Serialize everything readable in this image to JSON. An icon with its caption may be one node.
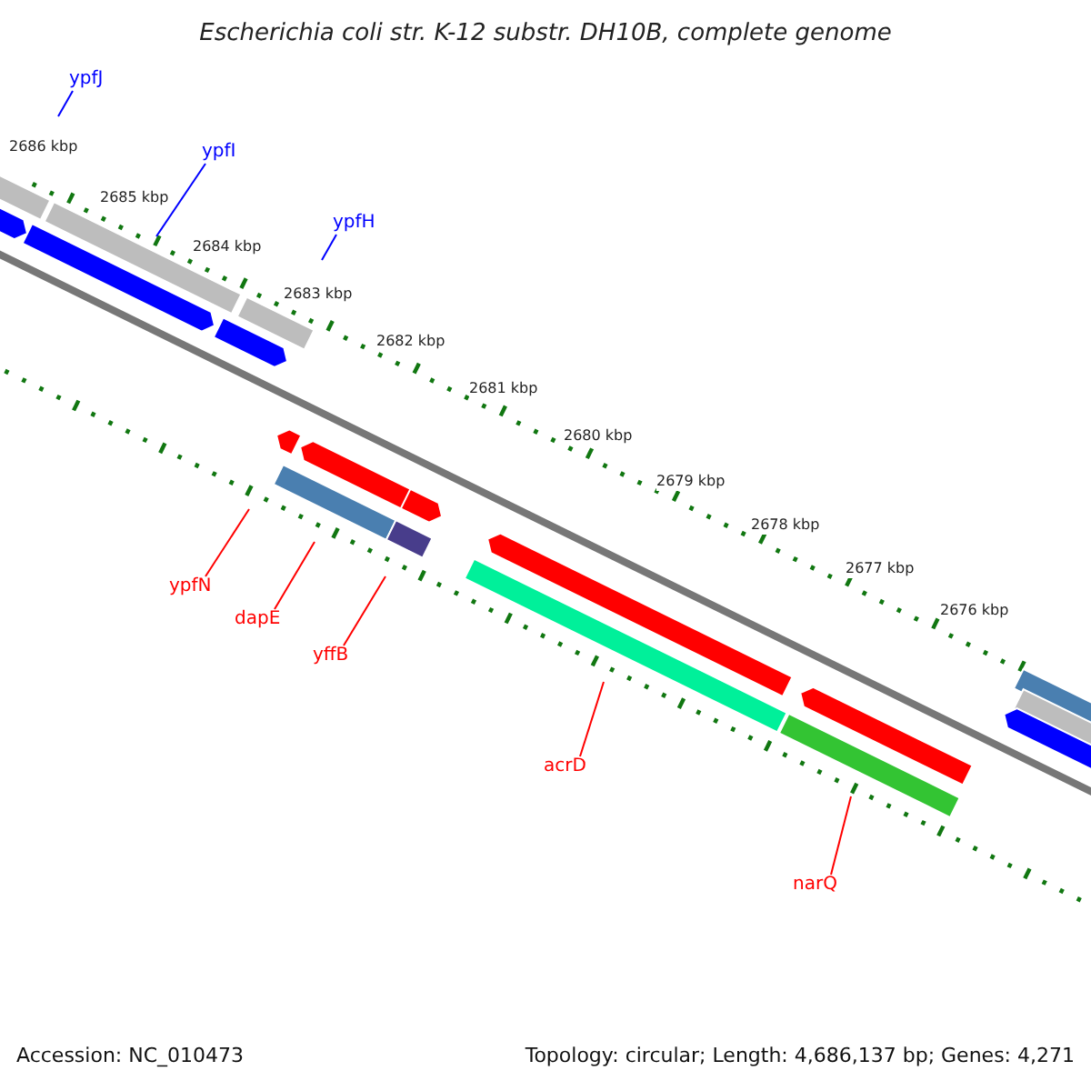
{
  "diagram": {
    "title": "Escherichia coli str. K-12 substr. DH10B, complete genome",
    "nodes": [
      {
        "text": [
          "ypfJ"
        ]
      },
      {
        "text": [
          "ypfI"
        ]
      },
      {
        "text": [
          "ypfH"
        ]
      },
      {
        "text": [
          "ypfN"
        ]
      },
      {
        "text": [
          "dapE"
        ]
      },
      {
        "text": [
          "yffB"
        ]
      },
      {
        "text": [
          "acrD"
        ]
      },
      {
        "text": [
          "narQ"
        ]
      }
    ],
    "edges": [
      {
        "from": 0,
        "to": null,
        "arrow": "none",
        "color": "#0000ff"
      },
      {
        "from": 1,
        "to": null,
        "arrow": "none",
        "color": "#0000ff"
      },
      {
        "from": 2,
        "to": null,
        "arrow": "none",
        "color": "#0000ff"
      },
      {
        "from": 3,
        "to": null,
        "arrow": "none"
      },
      {
        "from": 4,
        "to": null,
        "arrow": "none"
      },
      {
        "from": 5,
        "to": null,
        "arrow": "none"
      },
      {
        "from": 6,
        "to": null,
        "arrow": "none"
      },
      {
        "from": 7,
        "to": null,
        "arrow": "none"
      }
    ],
    "labels": [
      "2686 kbp",
      "2685 kbp",
      "2684 kbp",
      "2683 kbp",
      "2682 kbp",
      "2681 kbp",
      "2680 kbp",
      "2679 kbp",
      "2678 kbp",
      "2677 kbp",
      "2676 kbp",
      "Accession: NC_010473",
      "Topology: circular; Length: 4,686,137 bp; Genes: 4,271"
    ]
  }
}
